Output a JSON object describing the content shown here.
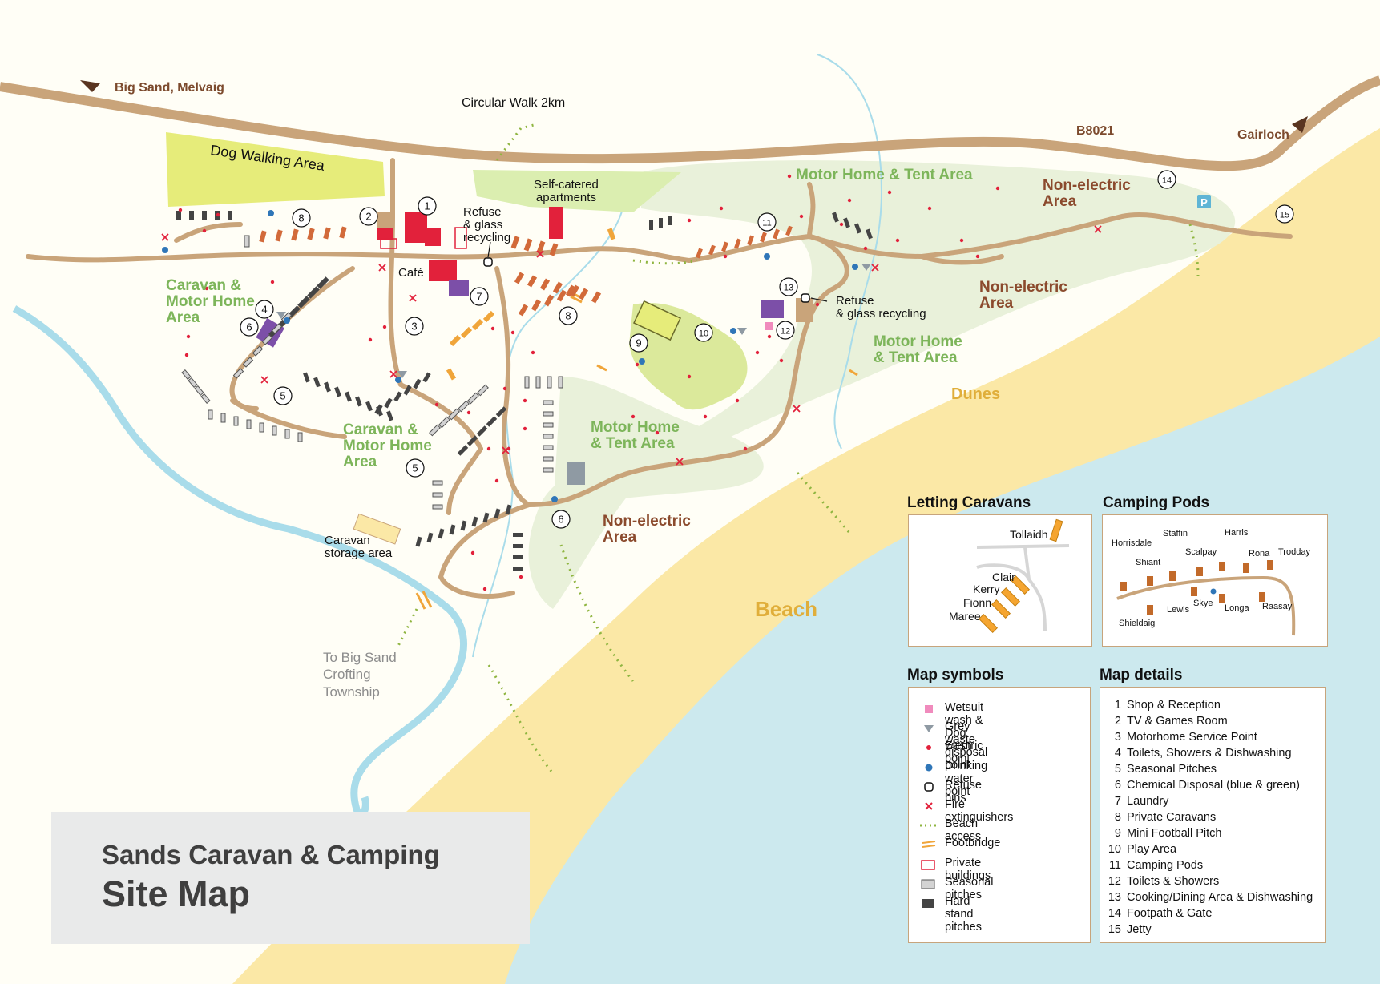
{
  "title": {
    "line1": "Sands Caravan & Camping",
    "line2": "Site Map"
  },
  "roads": {
    "left": "Big Sand, Melvaig",
    "right": "Gairloch",
    "number": "B8021",
    "walk": "Circular Walk 2km",
    "township": [
      "To Big Sand",
      "Crofting",
      "Township"
    ]
  },
  "areas": {
    "dog": "Dog Walking Area",
    "apartments": [
      "Self-catered",
      "apartments"
    ],
    "cafe": "Café",
    "refuse1": [
      "Refuse",
      "& glass",
      "recycling"
    ],
    "refuse2": [
      "Refuse",
      "& glass recycling"
    ],
    "caravan1": [
      "Caravan &",
      "Motor Home",
      "Area"
    ],
    "caravan2": [
      "Caravan &",
      "Motor Home",
      "Area"
    ],
    "motorTent1": "Motor Home & Tent Area",
    "motorTent2": [
      "Motor Home",
      "& Tent Area"
    ],
    "motorTent3": [
      "Motor Home",
      "& Tent Area"
    ],
    "nonElectric1": [
      "Non-electric",
      "Area"
    ],
    "nonElectric2": [
      "Non-electric",
      "Area"
    ],
    "nonElectric3": [
      "Non-electric",
      "Area"
    ],
    "dunes": "Dunes",
    "beach": "Beach",
    "storage": [
      "Caravan",
      "storage area"
    ]
  },
  "numbers": [
    "1",
    "2",
    "3",
    "4",
    "5",
    "5",
    "6",
    "6",
    "7",
    "8",
    "8",
    "9",
    "10",
    "11",
    "12",
    "13",
    "14",
    "15"
  ],
  "parking": "P",
  "letting": {
    "heading": "Letting Caravans",
    "names": [
      "Tollaidh",
      "Clair",
      "Kerry",
      "Fionn",
      "Maree"
    ]
  },
  "pods": {
    "heading": "Camping Pods",
    "names": [
      "Horrisdale",
      "Staffin",
      "Harris",
      "Scalpay",
      "Rona",
      "Trodday",
      "Shiant",
      "Skye",
      "Lewis",
      "Longa",
      "Raasay",
      "Shieldaig"
    ]
  },
  "symbols": {
    "heading": "Map symbols",
    "items": [
      {
        "label": "Wetsuit wash & Dog wash",
        "icon": "pink-square"
      },
      {
        "label": "Grey waste disposal point",
        "icon": "grey-triangle"
      },
      {
        "label": "Electric point",
        "icon": "red-dot"
      },
      {
        "label": "Drinking water point",
        "icon": "blue-dot"
      },
      {
        "label": "Refuse bins",
        "icon": "bin-outline"
      },
      {
        "label": "Fire extinguishers",
        "icon": "red-cross"
      },
      {
        "label": "Beach access",
        "icon": "green-dotted"
      },
      {
        "label": "Footbridge",
        "icon": "orange-lines"
      },
      {
        "label": "Private buildings",
        "icon": "red-outline-rect"
      },
      {
        "label": "Seasonal pitches",
        "icon": "grey-rect"
      },
      {
        "label": "Hard stand pitches",
        "icon": "dark-rect"
      }
    ]
  },
  "details": {
    "heading": "Map details",
    "items": [
      {
        "n": "1",
        "label": "Shop & Reception"
      },
      {
        "n": "2",
        "label": "TV & Games Room"
      },
      {
        "n": "3",
        "label": "Motorhome Service Point"
      },
      {
        "n": "4",
        "label": "Toilets, Showers & Dishwashing"
      },
      {
        "n": "5",
        "label": "Seasonal Pitches"
      },
      {
        "n": "6",
        "label": "Chemical Disposal (blue & green)"
      },
      {
        "n": "7",
        "label": "Laundry"
      },
      {
        "n": "8",
        "label": "Private Caravans"
      },
      {
        "n": "9",
        "label": "Mini Football Pitch"
      },
      {
        "n": "10",
        "label": "Play Area"
      },
      {
        "n": "11",
        "label": "Camping Pods"
      },
      {
        "n": "12",
        "label": "Toilets & Showers"
      },
      {
        "n": "13",
        "label": "Cooking/Dining Area & Dishwashing"
      },
      {
        "n": "14",
        "label": "Footpath & Gate"
      },
      {
        "n": "15",
        "label": "Jetty"
      }
    ]
  },
  "colors": {
    "road": "#c9a47a",
    "sea": "#cce9ee",
    "sand": "#fbe8a6",
    "dune": "#e9f1da",
    "river": "#a9dcea",
    "lime": "#e6ec7a",
    "accent": "#7db55a"
  }
}
